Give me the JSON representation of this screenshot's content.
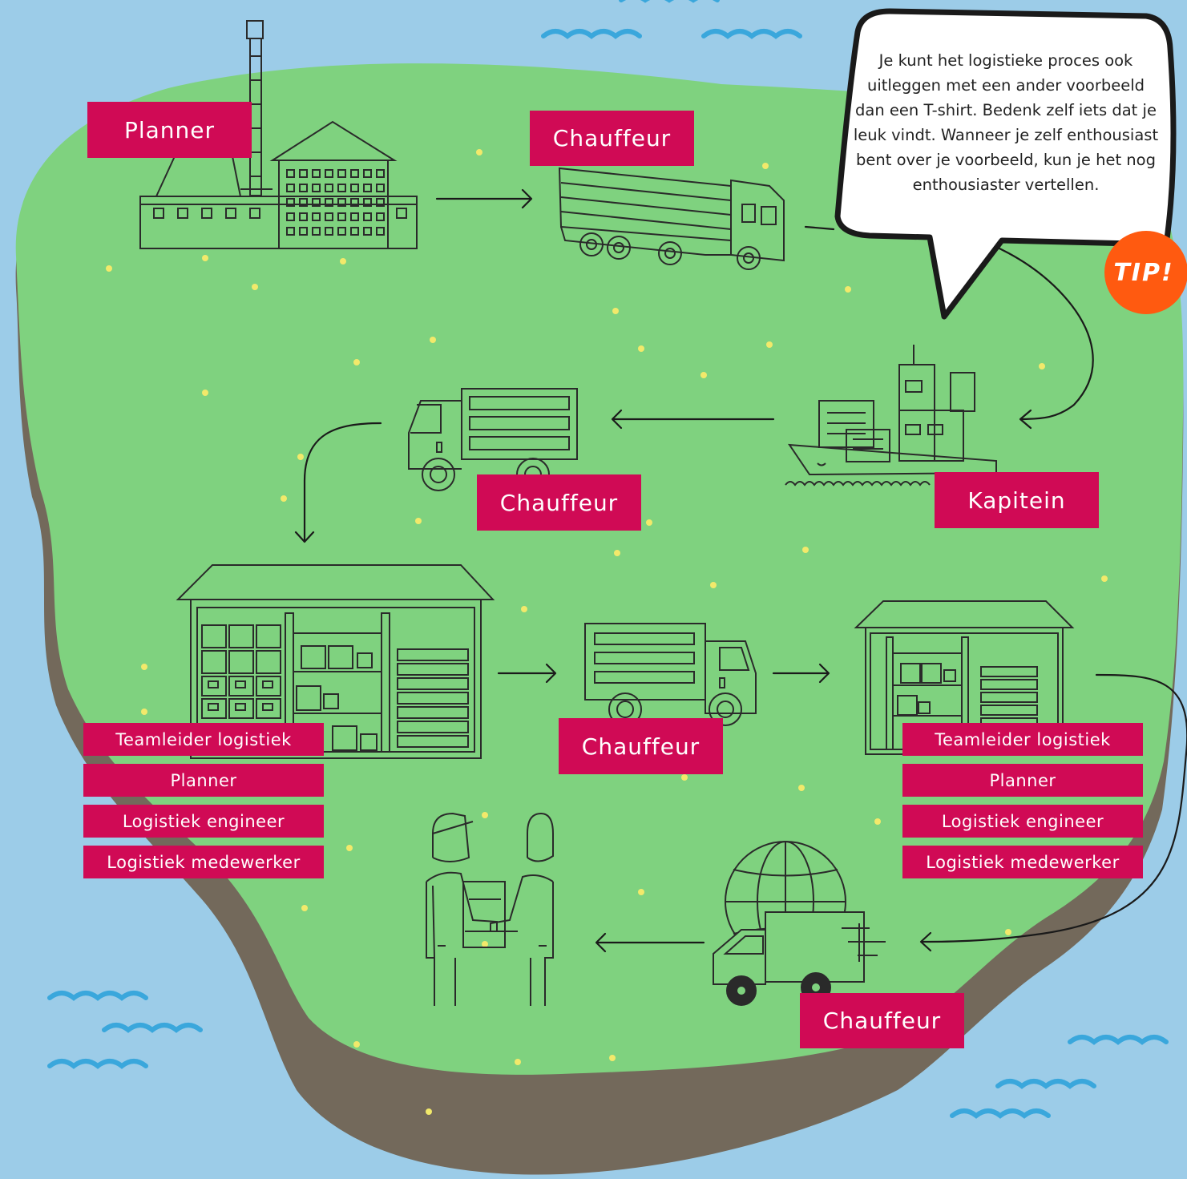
{
  "colors": {
    "sea": "#9ccce8",
    "island": "#7fd27f",
    "cliff": "#73695b",
    "label_bg": "#d00a55",
    "label_text": "#ffffff",
    "tip_badge": "#ff5a10",
    "waves": "#3aa7dc",
    "dots": "#f2e96b",
    "ink": "#2a2a2a"
  },
  "labels": {
    "planner_top": "Planner",
    "chauffeur_truck": "Chauffeur",
    "chauffeur_row2": "Chauffeur",
    "kapitein": "Kapitein",
    "chauffeur_middle": "Chauffeur",
    "chauffeur_bottom": "Chauffeur"
  },
  "role_lists": {
    "left": [
      "Teamleider logistiek",
      "Planner",
      "Logistiek engineer",
      "Logistiek medewerker"
    ],
    "right": [
      "Teamleider logistiek",
      "Planner",
      "Logistiek engineer",
      "Logistiek medewerker"
    ]
  },
  "tip": {
    "text": "Je kunt het logistieke proces ook uitleggen met een ander voorbeeld dan een T-shirt. Bedenk zelf iets dat je leuk vindt. Wanneer je zelf enthousiast bent over je voorbeeld, kun je het nog enthousiaster vertellen.",
    "badge": "TIP!"
  },
  "icons": [
    "factory-icon",
    "cargo-truck-icon",
    "cargo-ship-icon",
    "box-truck-icon",
    "warehouse-icon",
    "box-truck-icon",
    "small-warehouse-icon",
    "delivery-globe-truck-icon",
    "handover-people-icon"
  ]
}
